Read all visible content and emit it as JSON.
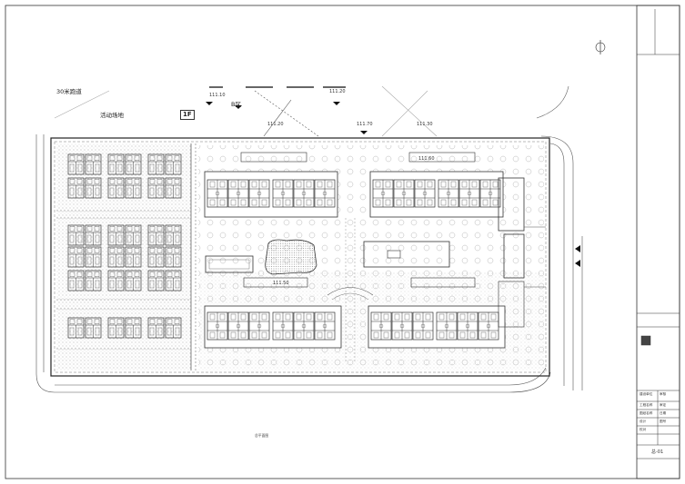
{
  "labels": {
    "road": "30米跑道",
    "activity": "活动场地",
    "floor": "1F",
    "zone": "B区",
    "title_note": "总平面图"
  },
  "elevations": [
    "111.10",
    "111.20",
    "111.70",
    "111.20",
    "111.30",
    "111.60",
    "111.50"
  ],
  "title_block": {
    "rows": [
      "建设单位",
      "工程名称",
      "图纸名称",
      "设计",
      "校对",
      "审核",
      "审定",
      "日期",
      "图号"
    ],
    "drawing_no": "总-01"
  },
  "colors": {
    "line": "#333333",
    "hatch": "#8a8a8a",
    "paper": "#ffffff"
  }
}
